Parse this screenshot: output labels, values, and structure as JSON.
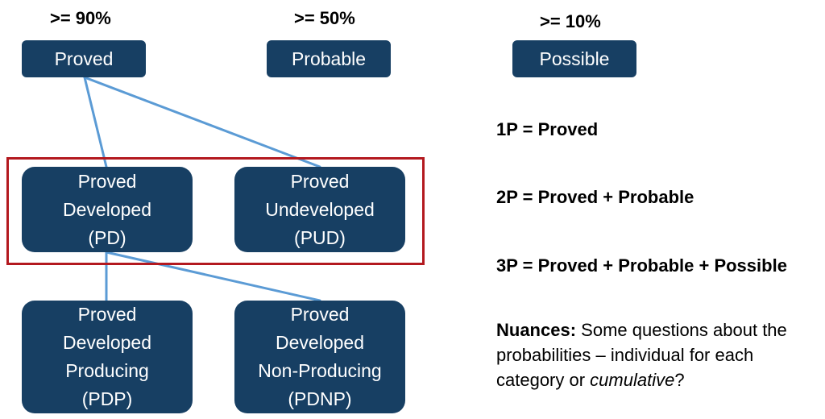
{
  "colors": {
    "node_fill": "#173f63",
    "connector": "#5b9bd5",
    "highlight_border": "#b3191f",
    "node_text": "#ffffff"
  },
  "thresholds": {
    "proved": ">= 90%",
    "probable": ">= 50%",
    "possible": ">= 10%"
  },
  "categories": {
    "proved": "Proved",
    "probable": "Probable",
    "possible": "Possible"
  },
  "nodes": {
    "pd": [
      "Proved",
      "Developed",
      "(PD)"
    ],
    "pud": [
      "Proved",
      "Undeveloped",
      "(PUD)"
    ],
    "pdp": [
      "Proved",
      "Developed",
      "Producing",
      "(PDP)"
    ],
    "pdnp": [
      "Proved",
      "Developed",
      "Non-Producing",
      "(PDNP)"
    ]
  },
  "formulas": {
    "p1": "1P = Proved",
    "p2": "2P = Proved + Probable",
    "p3": "3P = Proved + Probable + Possible"
  },
  "nuances": {
    "label": "Nuances:",
    "text_before": " Some questions about the probabilities – individual for each category or ",
    "emphasis": "cumulative",
    "text_after": "?"
  }
}
